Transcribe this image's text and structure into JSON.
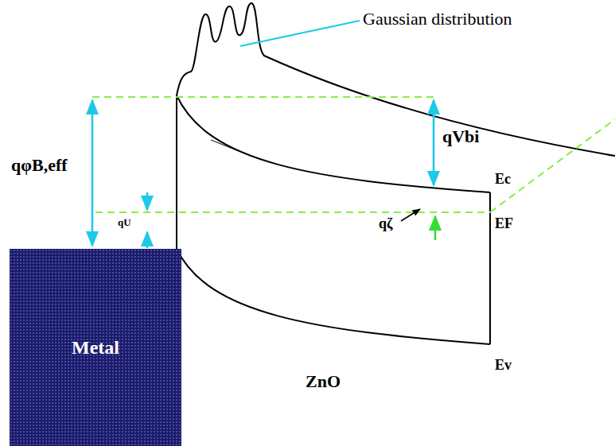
{
  "diagram": {
    "nodes": [
      {
        "text": [
          "Metal"
        ]
      }
    ],
    "labels": [
      "Gaussian distribution",
      "qφB,eff",
      "qU",
      "qVbi",
      "Ec",
      "EF",
      "qζ",
      "Ev",
      "ZnO"
    ]
  }
}
